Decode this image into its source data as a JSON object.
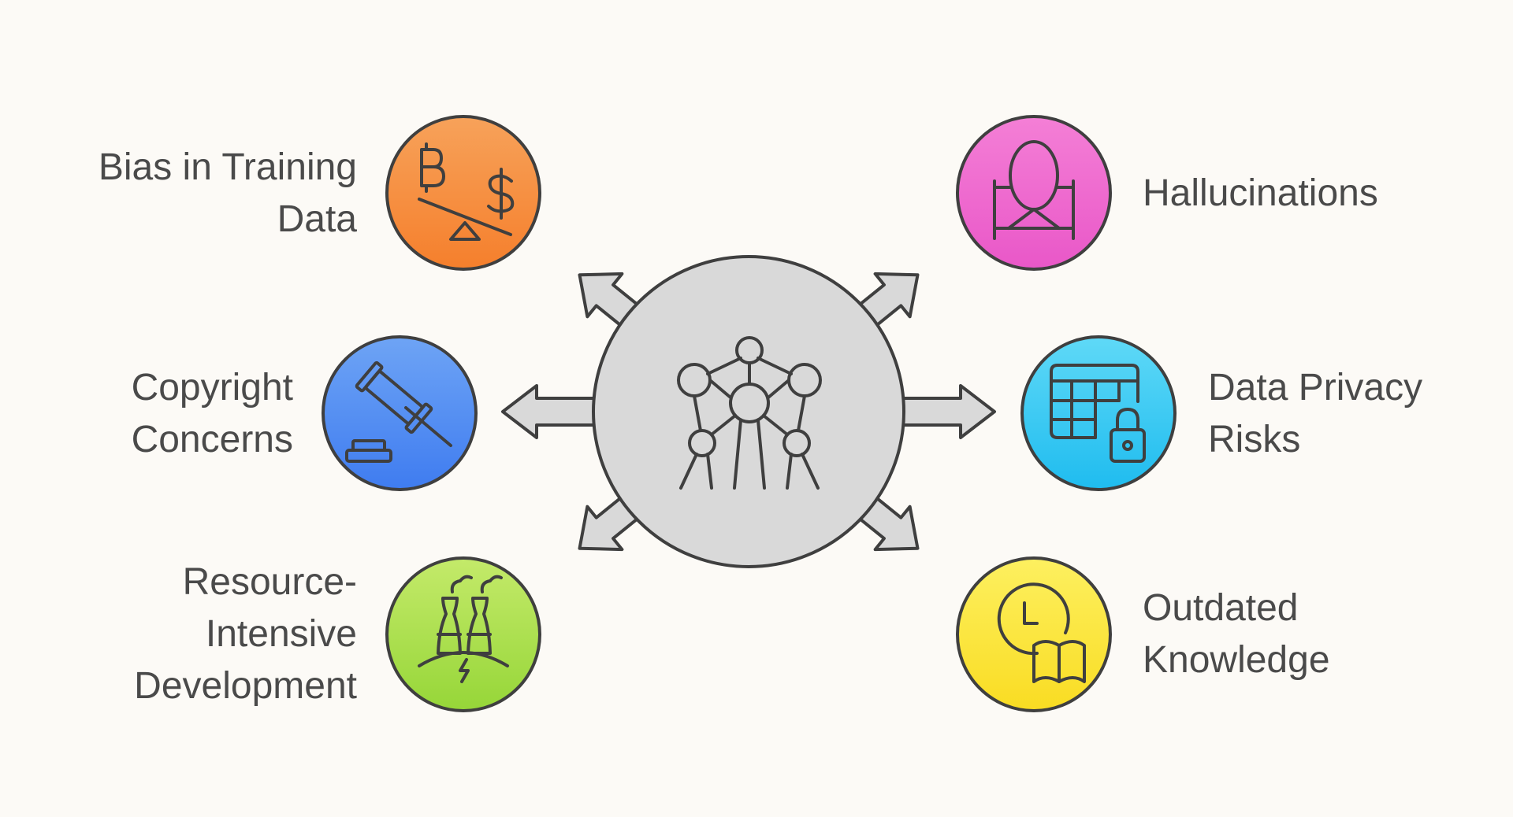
{
  "center": {
    "icon": "atomium-network-icon"
  },
  "nodes": [
    {
      "id": "bias",
      "label_lines": [
        "Bias in Training",
        "Data"
      ],
      "icon": "balance-scale-currency-icon",
      "color_top": "#f7a25a",
      "color_bottom": "#f57f2c",
      "side": "left"
    },
    {
      "id": "copyright",
      "label_lines": [
        "Copyright",
        "Concerns"
      ],
      "icon": "gavel-icon",
      "color_top": "#6ea4f5",
      "color_bottom": "#3f7cf0",
      "side": "left"
    },
    {
      "id": "resource",
      "label_lines": [
        "Resource-",
        "Intensive",
        "Development"
      ],
      "icon": "power-plant-icon",
      "color_top": "#c4ea6a",
      "color_bottom": "#96d638",
      "side": "left"
    },
    {
      "id": "hallucinations",
      "label_lines": [
        "Hallucinations"
      ],
      "icon": "mirror-icon",
      "color_top": "#f47fd6",
      "color_bottom": "#e957c8",
      "side": "right"
    },
    {
      "id": "privacy",
      "label_lines": [
        "Data Privacy",
        "Risks"
      ],
      "icon": "locked-table-icon",
      "color_top": "#5fd9f7",
      "color_bottom": "#1fbcef",
      "side": "right"
    },
    {
      "id": "outdated",
      "label_lines": [
        "Outdated",
        "Knowledge"
      ],
      "icon": "clock-book-icon",
      "color_top": "#fdf060",
      "color_bottom": "#f9dc22",
      "side": "right"
    }
  ],
  "colors": {
    "stroke": "#3f3f3f",
    "center_fill": "#d9d9d9",
    "arrow_fill": "#d9d9d9",
    "text": "#4a4a4a",
    "background": "#fcfaf6"
  }
}
